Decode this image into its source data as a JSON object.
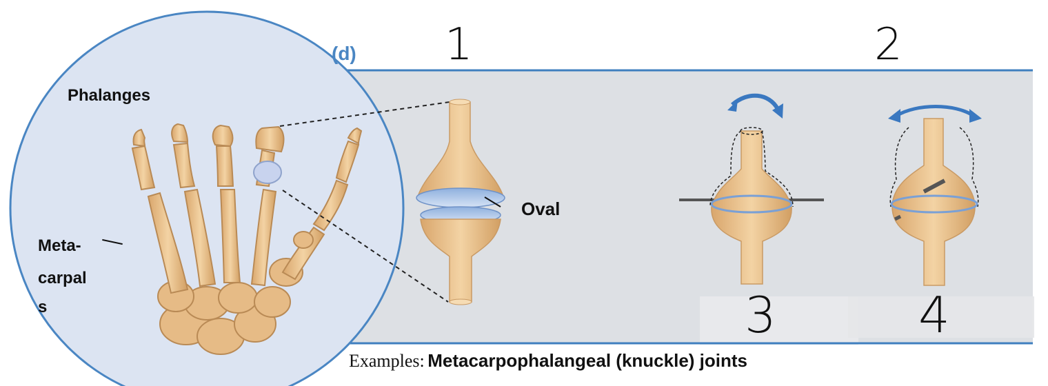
{
  "panel_letter": "(d)",
  "labels": {
    "phalanges": "Phalanges",
    "metacarpals_line1": "Meta-",
    "metacarpals_line2": "carpal",
    "metacarpals_line3": "s",
    "joint_type": "Oval"
  },
  "handwritten": {
    "n1": "1",
    "n2": "2",
    "n3": "3",
    "n4": "4"
  },
  "examples": {
    "prefix": "Examples:",
    "text": "Metacarpophalangeal (knuckle) joints"
  },
  "colors": {
    "panel_bg": "#dde0e4",
    "rule_blue": "#3f7fbf",
    "circle_fill": "#dce4f2",
    "circle_stroke": "#4a86c3",
    "bone": "#e9bf8a",
    "bone_shade": "#c99a64",
    "cartilage": "#b6c9e8",
    "arrow_blue": "#3a78c0"
  }
}
